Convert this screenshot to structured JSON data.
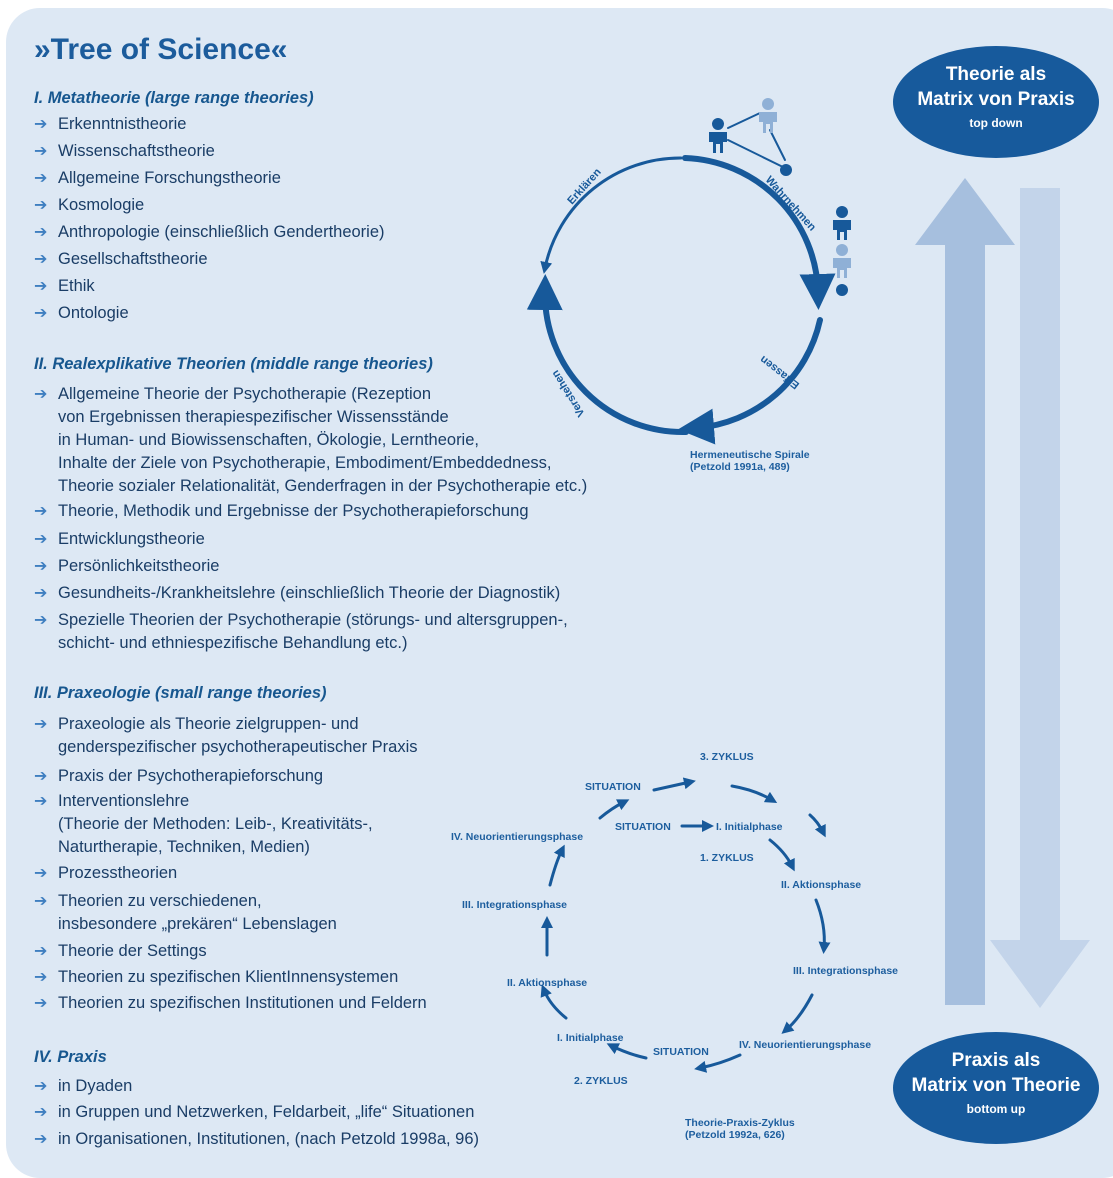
{
  "title": "»Tree of Science«",
  "sections": [
    {
      "heading": "I. Metatheorie (large range theories)",
      "items": [
        [
          "Erkenntnistheorie"
        ],
        [
          "Wissenschaftstheorie"
        ],
        [
          "Allgemeine Forschungstheorie"
        ],
        [
          "Kosmologie"
        ],
        [
          "Anthropologie (einschließlich Gendertheorie)"
        ],
        [
          "Gesellschaftstheorie"
        ],
        [
          "Ethik"
        ],
        [
          "Ontologie"
        ]
      ]
    },
    {
      "heading": "II. Realexplikative Theorien (middle range theories)",
      "items": [
        [
          "Allgemeine Theorie der Psychotherapie (Rezeption",
          "von Ergebnissen therapiespezifischer Wissensstände",
          "in Human- und  Biowissenschaften, Ökologie, Lerntheorie,",
          "Inhalte der Ziele von Psychotherapie, Embodiment/Embeddedness,",
          "Theorie sozialer Relationalität, Genderfragen in der Psychotherapie etc.)"
        ],
        [
          "Theorie, Methodik und Ergebnisse der Psychotherapieforschung"
        ],
        [
          "Entwicklungstheorie"
        ],
        [
          "Persönlichkeitstheorie"
        ],
        [
          "Gesundheits-/Krankheitslehre (einschließlich Theorie der Diagnostik)"
        ],
        [
          "Spezielle Theorien der Psychotherapie (störungs- und altersgruppen-,",
          "schicht- und ethniespezifische Behandlung etc.)"
        ]
      ]
    },
    {
      "heading": "III. Praxeologie (small range theories)",
      "items": [
        [
          "Praxeologie als Theorie zielgruppen- und",
          "genderspezifischer psychotherapeutischer Praxis"
        ],
        [
          "Praxis der Psychotherapieforschung"
        ],
        [
          "Interventionslehre",
          "(Theorie der Methoden: Leib-, Kreativitäts-,",
          "Naturtherapie, Techniken, Medien)"
        ],
        [
          "Prozesstheorien"
        ],
        [
          "Theorien zu verschiedenen,",
          "insbesondere „prekären“ Lebenslagen"
        ],
        [
          "Theorie der Settings"
        ],
        [
          "Theorien zu spezifischen KlientInnensystemen"
        ],
        [
          "Theorien zu spezifischen Institutionen und Feldern"
        ]
      ]
    },
    {
      "heading": "IV. Praxis",
      "items": [
        [
          "in Dyaden"
        ],
        [
          "in Gruppen und Netzwerken, Feldarbeit, „life“ Situationen"
        ],
        [
          "in Organisationen, Institutionen, (nach Petzold 1998a, 96)"
        ]
      ]
    }
  ],
  "spiral": {
    "labels": [
      "Erklären",
      "Wahrnehmen",
      "Erfassen",
      "Verstehen"
    ],
    "caption": [
      "Hermeneutische Spirale",
      "(Petzold 1991a, 489)"
    ]
  },
  "cycle": {
    "labels": {
      "zyklus3": "3. ZYKLUS",
      "situation_outer": "SITUATION",
      "situation_inner": "SITUATION",
      "initial_inner": "I. Initialphase",
      "zyklus1": "1. ZYKLUS",
      "aktion_right": "II. Aktionsphase",
      "integration_right": "III. Integrationsphase",
      "neuorient_bottom": "IV. Neuorientierungsphase",
      "situation_bottom": "SITUATION",
      "initial_bottom": "I. Initialphase",
      "zyklus2": "2. ZYKLUS",
      "aktion_left": "II. Aktionsphase",
      "integration_left": "III. Integrationsphase",
      "neuorient_left": "IV. Neuorientierungsphase"
    },
    "caption": [
      "Theorie-Praxis-Zyklus",
      "(Petzold 1992a, 626)"
    ]
  },
  "oval_top": {
    "line1": "Theorie als",
    "line2": "Matrix von Praxis",
    "sub": "top down"
  },
  "oval_bottom": {
    "line1": "Praxis als",
    "line2": "Matrix von Theorie",
    "sub": "bottom up"
  },
  "colors": {
    "panel": "#dde8f4",
    "dark_blue": "#175a9c",
    "arrow_light": "#a6bfde",
    "arrow_lighter": "#c3d4ea"
  }
}
